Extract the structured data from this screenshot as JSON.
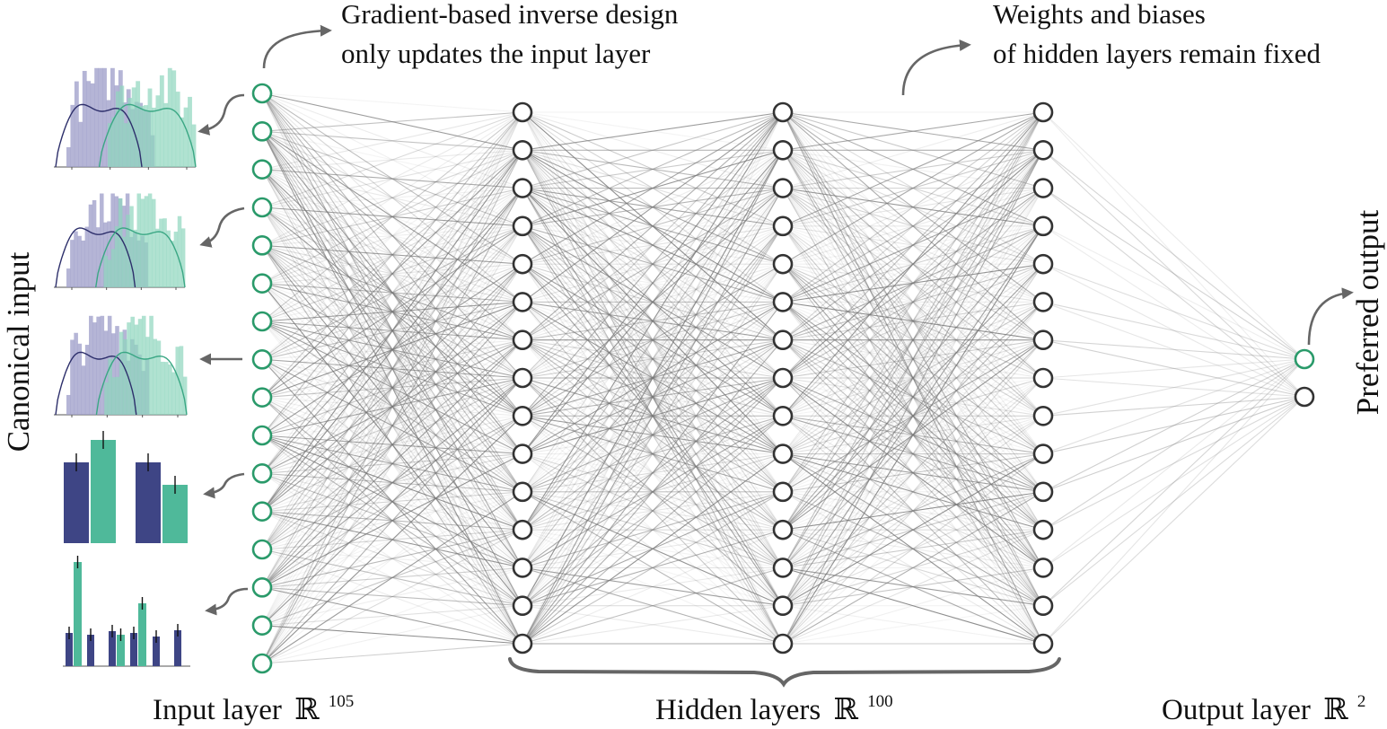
{
  "annotations": {
    "input_update": {
      "line1": "Gradient-based inverse design",
      "line2": "only updates the input layer"
    },
    "hidden_fixed": {
      "line1": "Weights and biases",
      "line2": "of hidden layers remain fixed"
    }
  },
  "side_labels": {
    "left": "Canonical input",
    "right": "Preferred output"
  },
  "layer_labels": {
    "input": {
      "text": "Input layer",
      "field": "ℝ",
      "dim": "105"
    },
    "hidden": {
      "text": "Hidden layers",
      "field": "ℝ",
      "dim": "100"
    },
    "output": {
      "text": "Output layer",
      "field": "ℝ",
      "dim": "2"
    }
  },
  "network": {
    "input_nodes_shown": 16,
    "hidden_nodes_shown_per_layer": 15,
    "hidden_layers_shown": 3,
    "output_nodes": 2,
    "highlighted_output_index": 0
  },
  "colors": {
    "highlight_green": "#2a9a6a",
    "node_stroke": "#333333",
    "edge": "#777777",
    "series_purple": "#9c9cc8",
    "series_teal": "#8fd6bd",
    "bar_navy": "#3e4585",
    "bar_teal": "#4fb99a",
    "arrow": "#666666"
  }
}
